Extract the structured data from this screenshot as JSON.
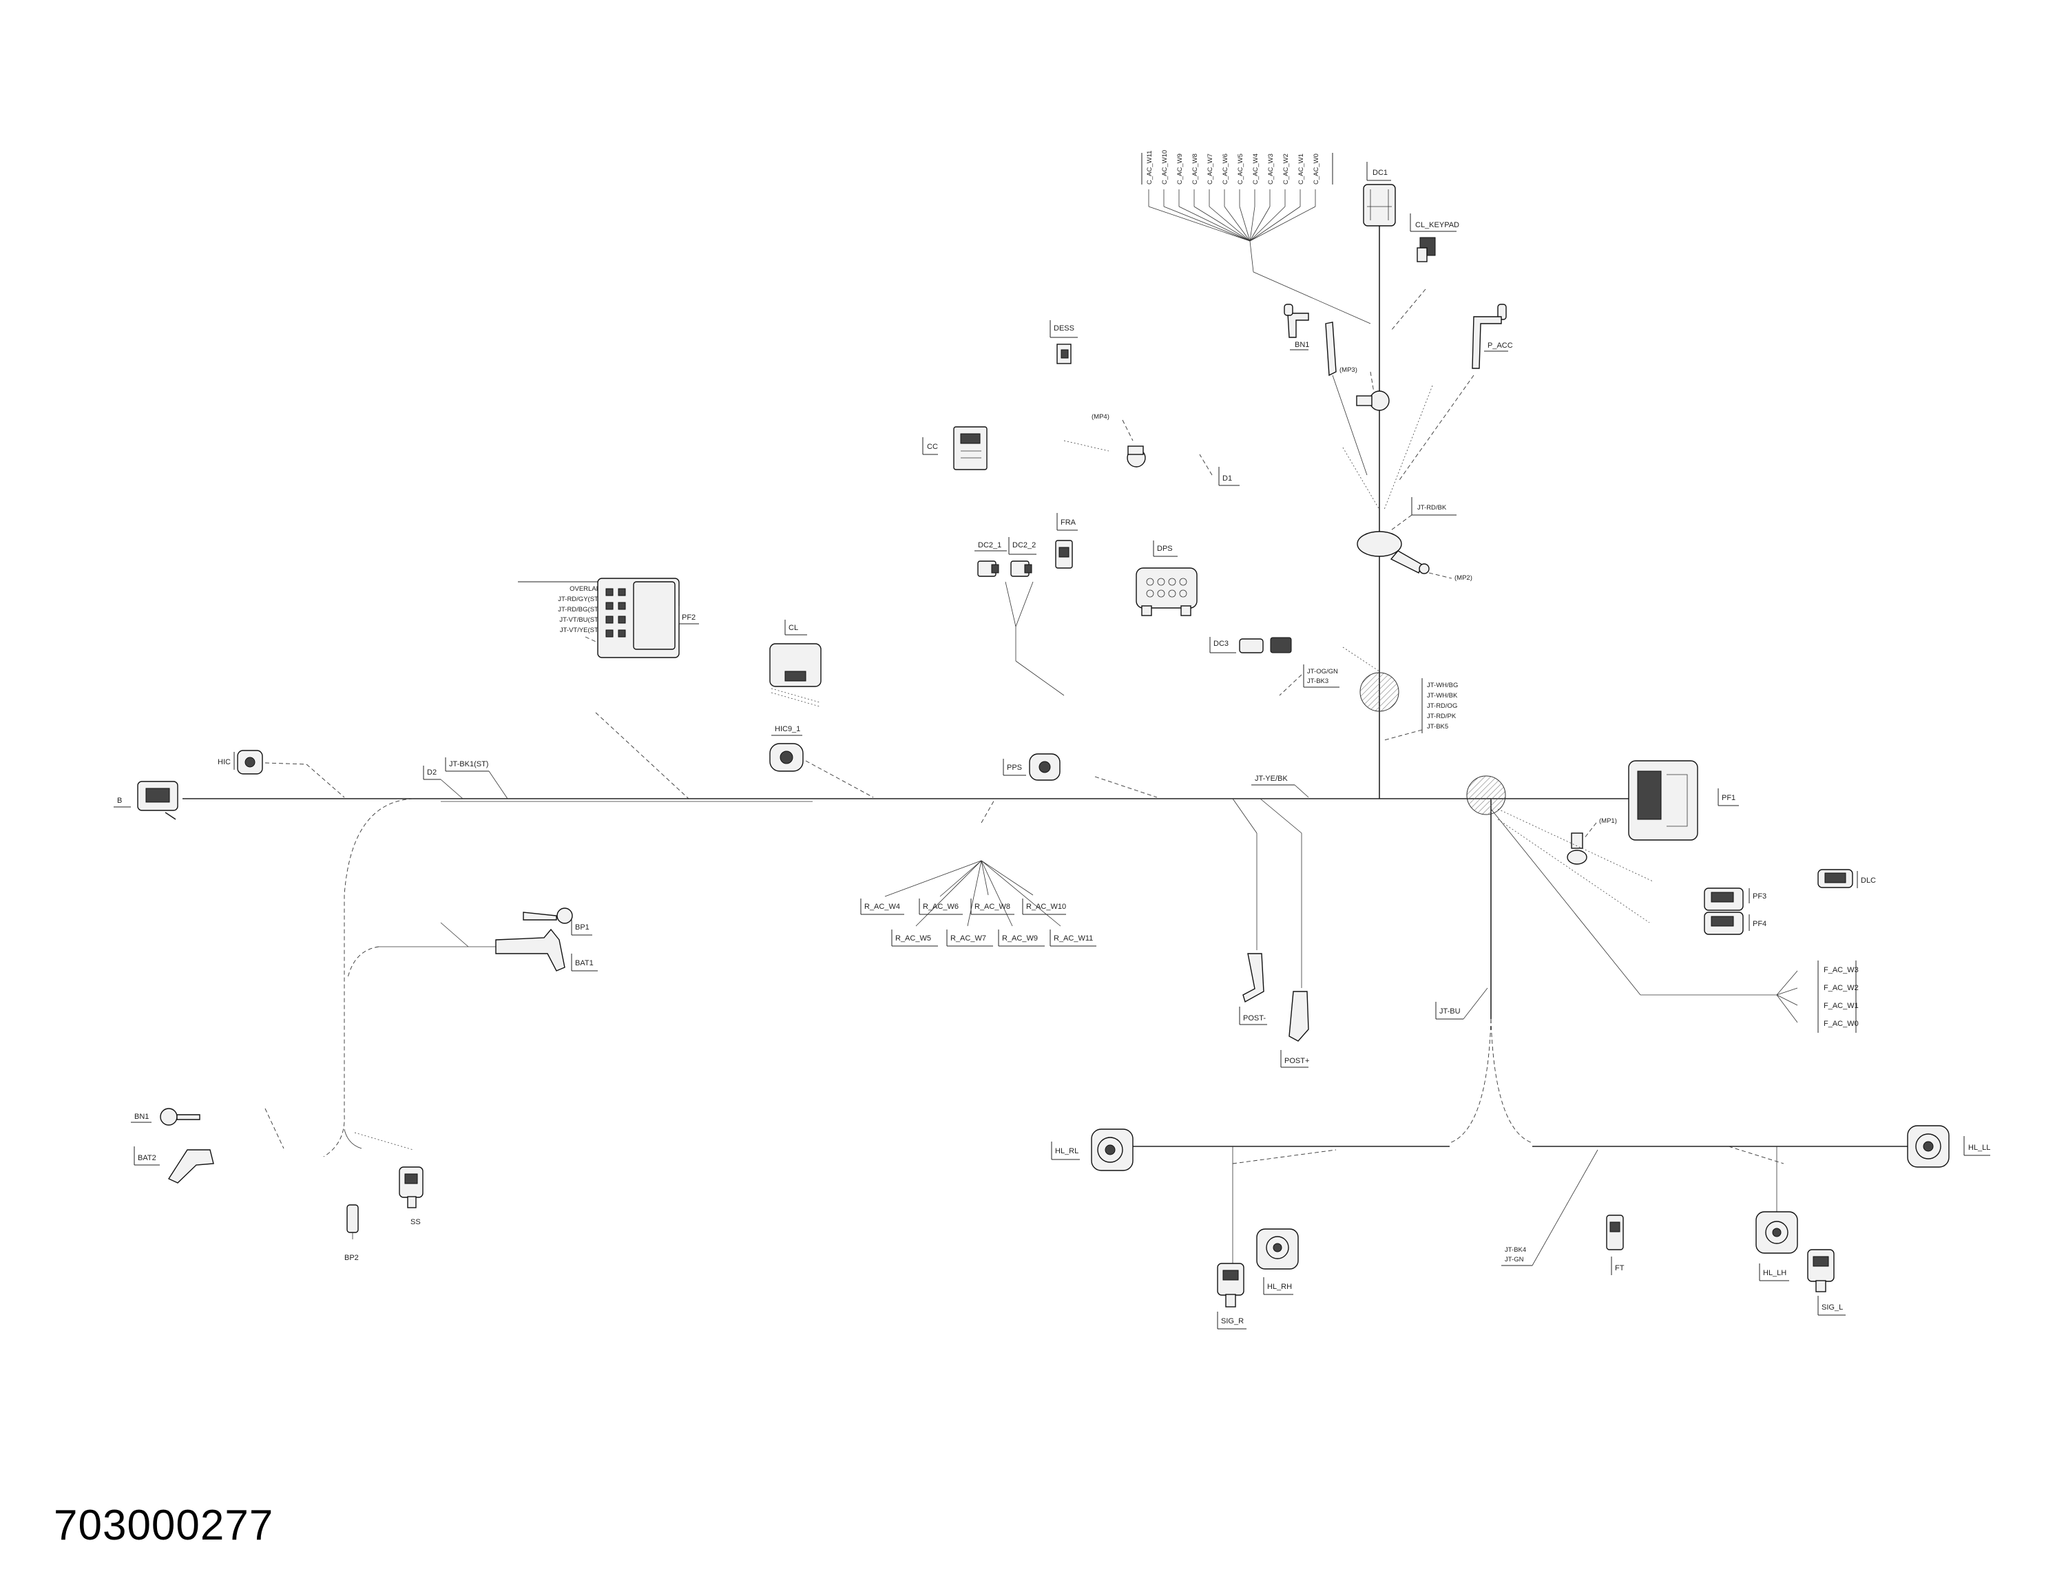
{
  "drawing_number": "703000277",
  "labels": {
    "c_ac": [
      "C_AC_W11",
      "C_AC_W10",
      "C_AC_W9",
      "C_AC_W8",
      "C_AC_W7",
      "C_AC_W6",
      "C_AC_W5",
      "C_AC_W4",
      "C_AC_W3",
      "C_AC_W2",
      "C_AC_W1",
      "C_AC_W0"
    ],
    "dc1": "DC1",
    "cl_keypad": "CL_KEYPAD",
    "dess": "DESS",
    "bn1_top": "BN1",
    "p_acc": "P_ACC",
    "mp3": "(MP3)",
    "mp4": "(MP4)",
    "cc": "CC",
    "d1": "D1",
    "jt_rd_bk": "JT-RD/BK",
    "mp2": "(MP2)",
    "dc2_1": "DC2_1",
    "dc2_2": "DC2_2",
    "fra": "FRA",
    "dps": "DPS",
    "overlap": [
      "OVERLAP",
      "JT-RD/GY(ST)",
      "JT-RD/BG(ST)",
      "JT-VT/BU(ST)",
      "JT-VT/YE(ST)"
    ],
    "pf2": "PF2",
    "cl": "CL",
    "dc3": "DC3",
    "jt_og_gn": [
      "JT-OG/GN",
      "JT-BK3"
    ],
    "jt_wh": [
      "JT-WH/BG",
      "JT-WH/BK",
      "JT-RD/OG",
      "JT-RD/PK",
      "JT-BK5"
    ],
    "hic": "HIC",
    "b": "B",
    "d2": "D2",
    "jt_bk1": "JT-BK1(ST)",
    "hic9_1": "HIC9_1",
    "pps": "PPS",
    "jt_ye_bk": "JT-YE/BK",
    "pf1": "PF1",
    "mp1": "(MP1)",
    "dlc": "DLC",
    "pf3": "PF3",
    "pf4": "PF4",
    "r_ac_top": [
      "R_AC_W4",
      "R_AC_W6",
      "R_AC_W8",
      "R_AC_W10"
    ],
    "r_ac_bot": [
      "R_AC_W5",
      "R_AC_W7",
      "R_AC_W9",
      "R_AC_W11"
    ],
    "bp1": "BP1",
    "bat1": "BAT1",
    "post_minus": "POST-",
    "post_plus": "POST+",
    "f_ac": [
      "F_AC_W3",
      "F_AC_W2",
      "F_AC_W1",
      "F_AC_W0"
    ],
    "jt_bu": "JT-BU",
    "bn1_left": "BN1",
    "bat2": "BAT2",
    "bp2": "BP2",
    "ss": "SS",
    "hl_rl": "HL_RL",
    "hl_rh": "HL_RH",
    "sig_r": "SIG_R",
    "jt_bk4": [
      "JT-BK4",
      "JT-GN"
    ],
    "ft": "FT",
    "hl_lh": "HL_LH",
    "sig_l": "SIG_L",
    "hl_ll": "HL_LL"
  }
}
